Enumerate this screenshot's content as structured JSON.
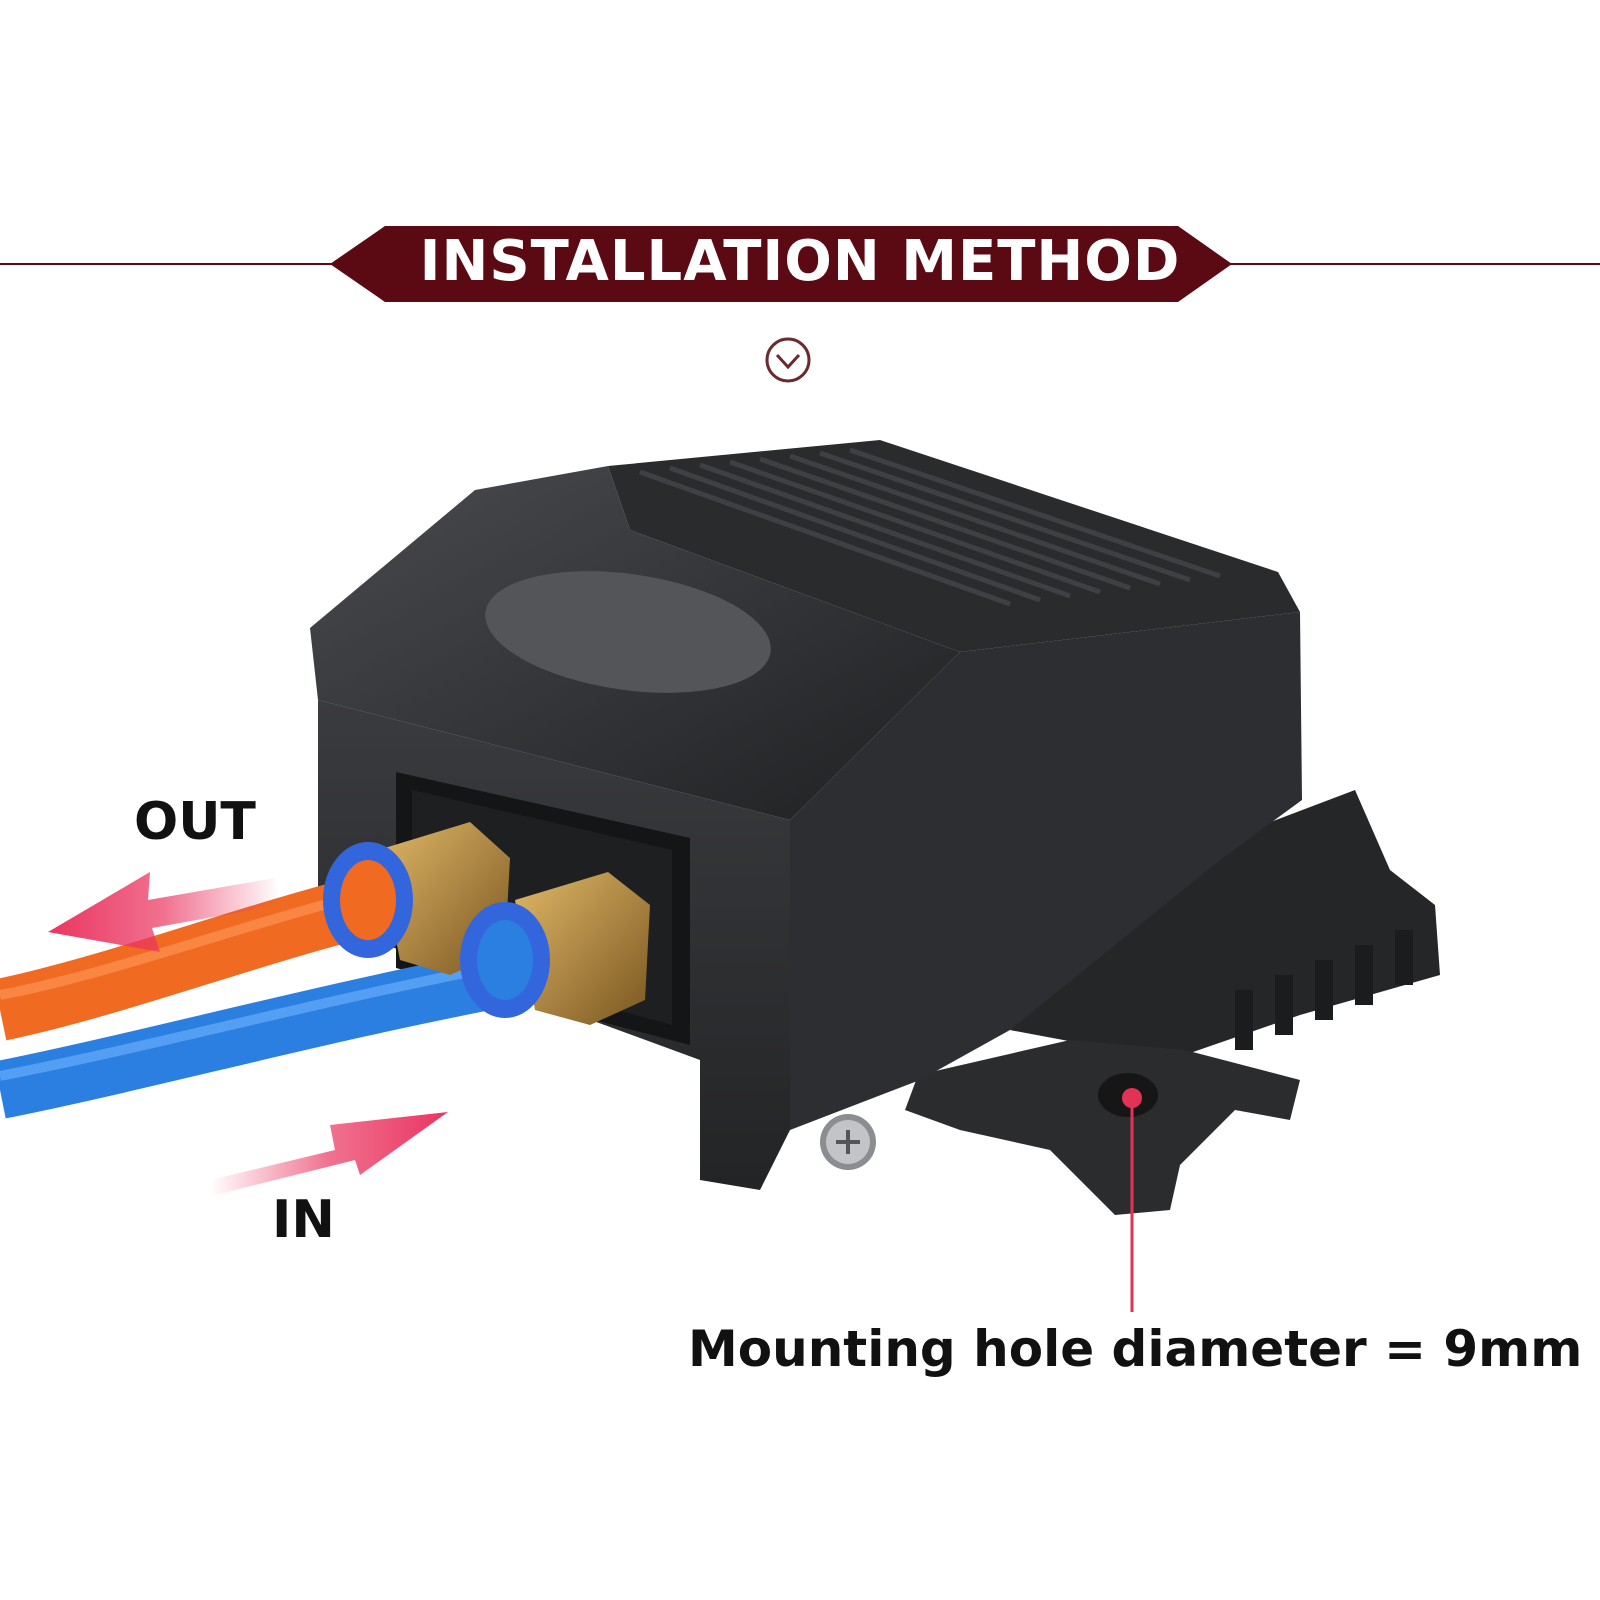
{
  "header": {
    "title": "INSTALLATION METHOD"
  },
  "labels": {
    "out": "OUT",
    "in": "IN",
    "mounting_hole": "Mounting hole diameter = 9mm"
  },
  "colors": {
    "banner": "#5b0a14",
    "device_body": "#2f3033",
    "out_tube": "#f06a22",
    "in_tube": "#2b7fe0",
    "arrow": "#ea3560",
    "fitting_brass": "#b88a3a",
    "fitting_blue_ring": "#3366dd"
  }
}
